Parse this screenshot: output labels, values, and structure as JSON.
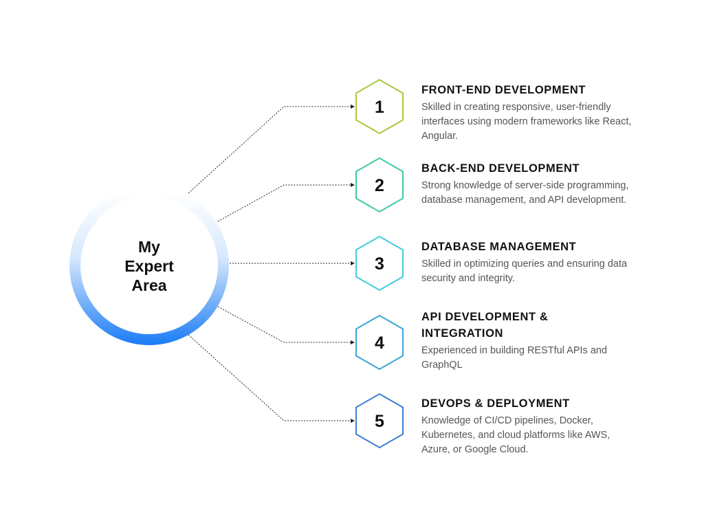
{
  "center": {
    "lines": [
      "My",
      "Expert",
      "Area"
    ]
  },
  "items": [
    {
      "number": "1",
      "color": "#a6c93a",
      "title": "FRONT-END DEVELOPMENT",
      "description": "Skilled in creating responsive, user-friendly interfaces using modern frameworks like React, Angular."
    },
    {
      "number": "2",
      "color": "#3ec9a9",
      "title": "BACK-END DEVELOPMENT",
      "description": "Strong knowledge of server-side programming, database management, and API development."
    },
    {
      "number": "3",
      "color": "#3fcdd9",
      "title": "DATABASE MANAGEMENT",
      "description": "Skilled in optimizing queries and ensuring data security and integrity."
    },
    {
      "number": "4",
      "color": "#3aa6d9",
      "title": "API DEVELOPMENT & INTEGRATION",
      "description": "Experienced in building RESTful APIs and GraphQL"
    },
    {
      "number": "5",
      "color": "#3b7fd4",
      "title": "DEVOPS & DEPLOYMENT",
      "description": "Knowledge of CI/CD pipelines, Docker, Kubernetes, and cloud platforms like AWS, Azure, or Google Cloud."
    }
  ],
  "colors": {
    "ring_top": "#ffffff",
    "ring_bottom": "#1a7cf5",
    "connector": "#222222"
  }
}
